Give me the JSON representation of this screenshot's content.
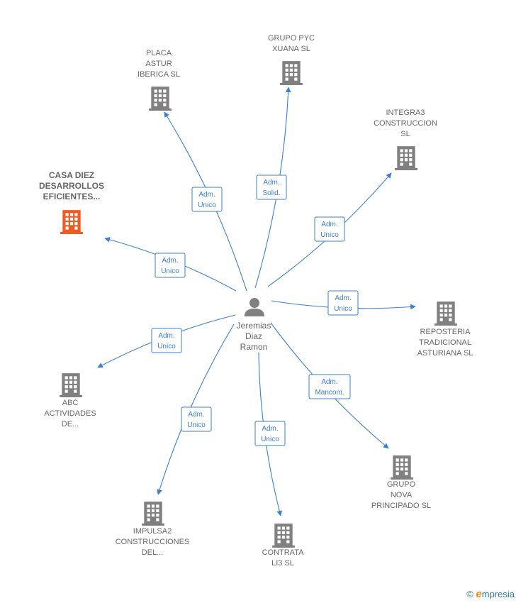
{
  "center": {
    "name_lines": [
      "Jeremias",
      "Diaz",
      "Ramon"
    ],
    "icon": "person-icon"
  },
  "companies": [
    {
      "id": "placa",
      "lines": [
        "PLACA",
        "ASTUR",
        "IBERICA  SL"
      ],
      "role": [
        "Adm.",
        "Unico"
      ],
      "highlight": false
    },
    {
      "id": "grupo-pyc",
      "lines": [
        "GRUPO PYC",
        "XUANA SL"
      ],
      "role": [
        "Adm.",
        "Solid."
      ],
      "highlight": false
    },
    {
      "id": "integra3",
      "lines": [
        "INTEGRA3",
        "CONSTRUCCION",
        "SL"
      ],
      "role": [
        "Adm.",
        "Unico"
      ],
      "highlight": false
    },
    {
      "id": "casa-diez",
      "lines": [
        "CASA DIEZ",
        "DESARROLLOS",
        "EFICIENTES..."
      ],
      "role": [
        "Adm.",
        "Unico"
      ],
      "highlight": true
    },
    {
      "id": "reposteria",
      "lines": [
        "REPOSTERIA",
        "TRADICIONAL",
        "ASTURIANA  SL"
      ],
      "role": [
        "Adm.",
        "Unico"
      ],
      "highlight": false
    },
    {
      "id": "abc",
      "lines": [
        "ABC",
        "ACTIVIDADES",
        "DE..."
      ],
      "role": [
        "Adm.",
        "Unico"
      ],
      "highlight": false
    },
    {
      "id": "grupo-nova",
      "lines": [
        "GRUPO",
        "NOVA",
        "PRINCIPADO SL"
      ],
      "role": [
        "Adm.",
        "Mancom."
      ],
      "highlight": false
    },
    {
      "id": "impulsa2",
      "lines": [
        "IMPULSA2",
        "CONSTRUCCIONES",
        "DEL..."
      ],
      "role": [
        "Adm.",
        "Unico"
      ],
      "highlight": false
    },
    {
      "id": "contrata",
      "lines": [
        "CONTRATA",
        "LI3  SL"
      ],
      "role": [
        "Adm.",
        "Unico"
      ],
      "highlight": false
    }
  ],
  "colors": {
    "edge": "#3a7fd5",
    "building": "#808080",
    "building_highlight": "#f15a24",
    "person": "#808080"
  },
  "footer": {
    "copyright_symbol": "©",
    "brand_initial": "e",
    "brand_rest": "mpresia"
  }
}
